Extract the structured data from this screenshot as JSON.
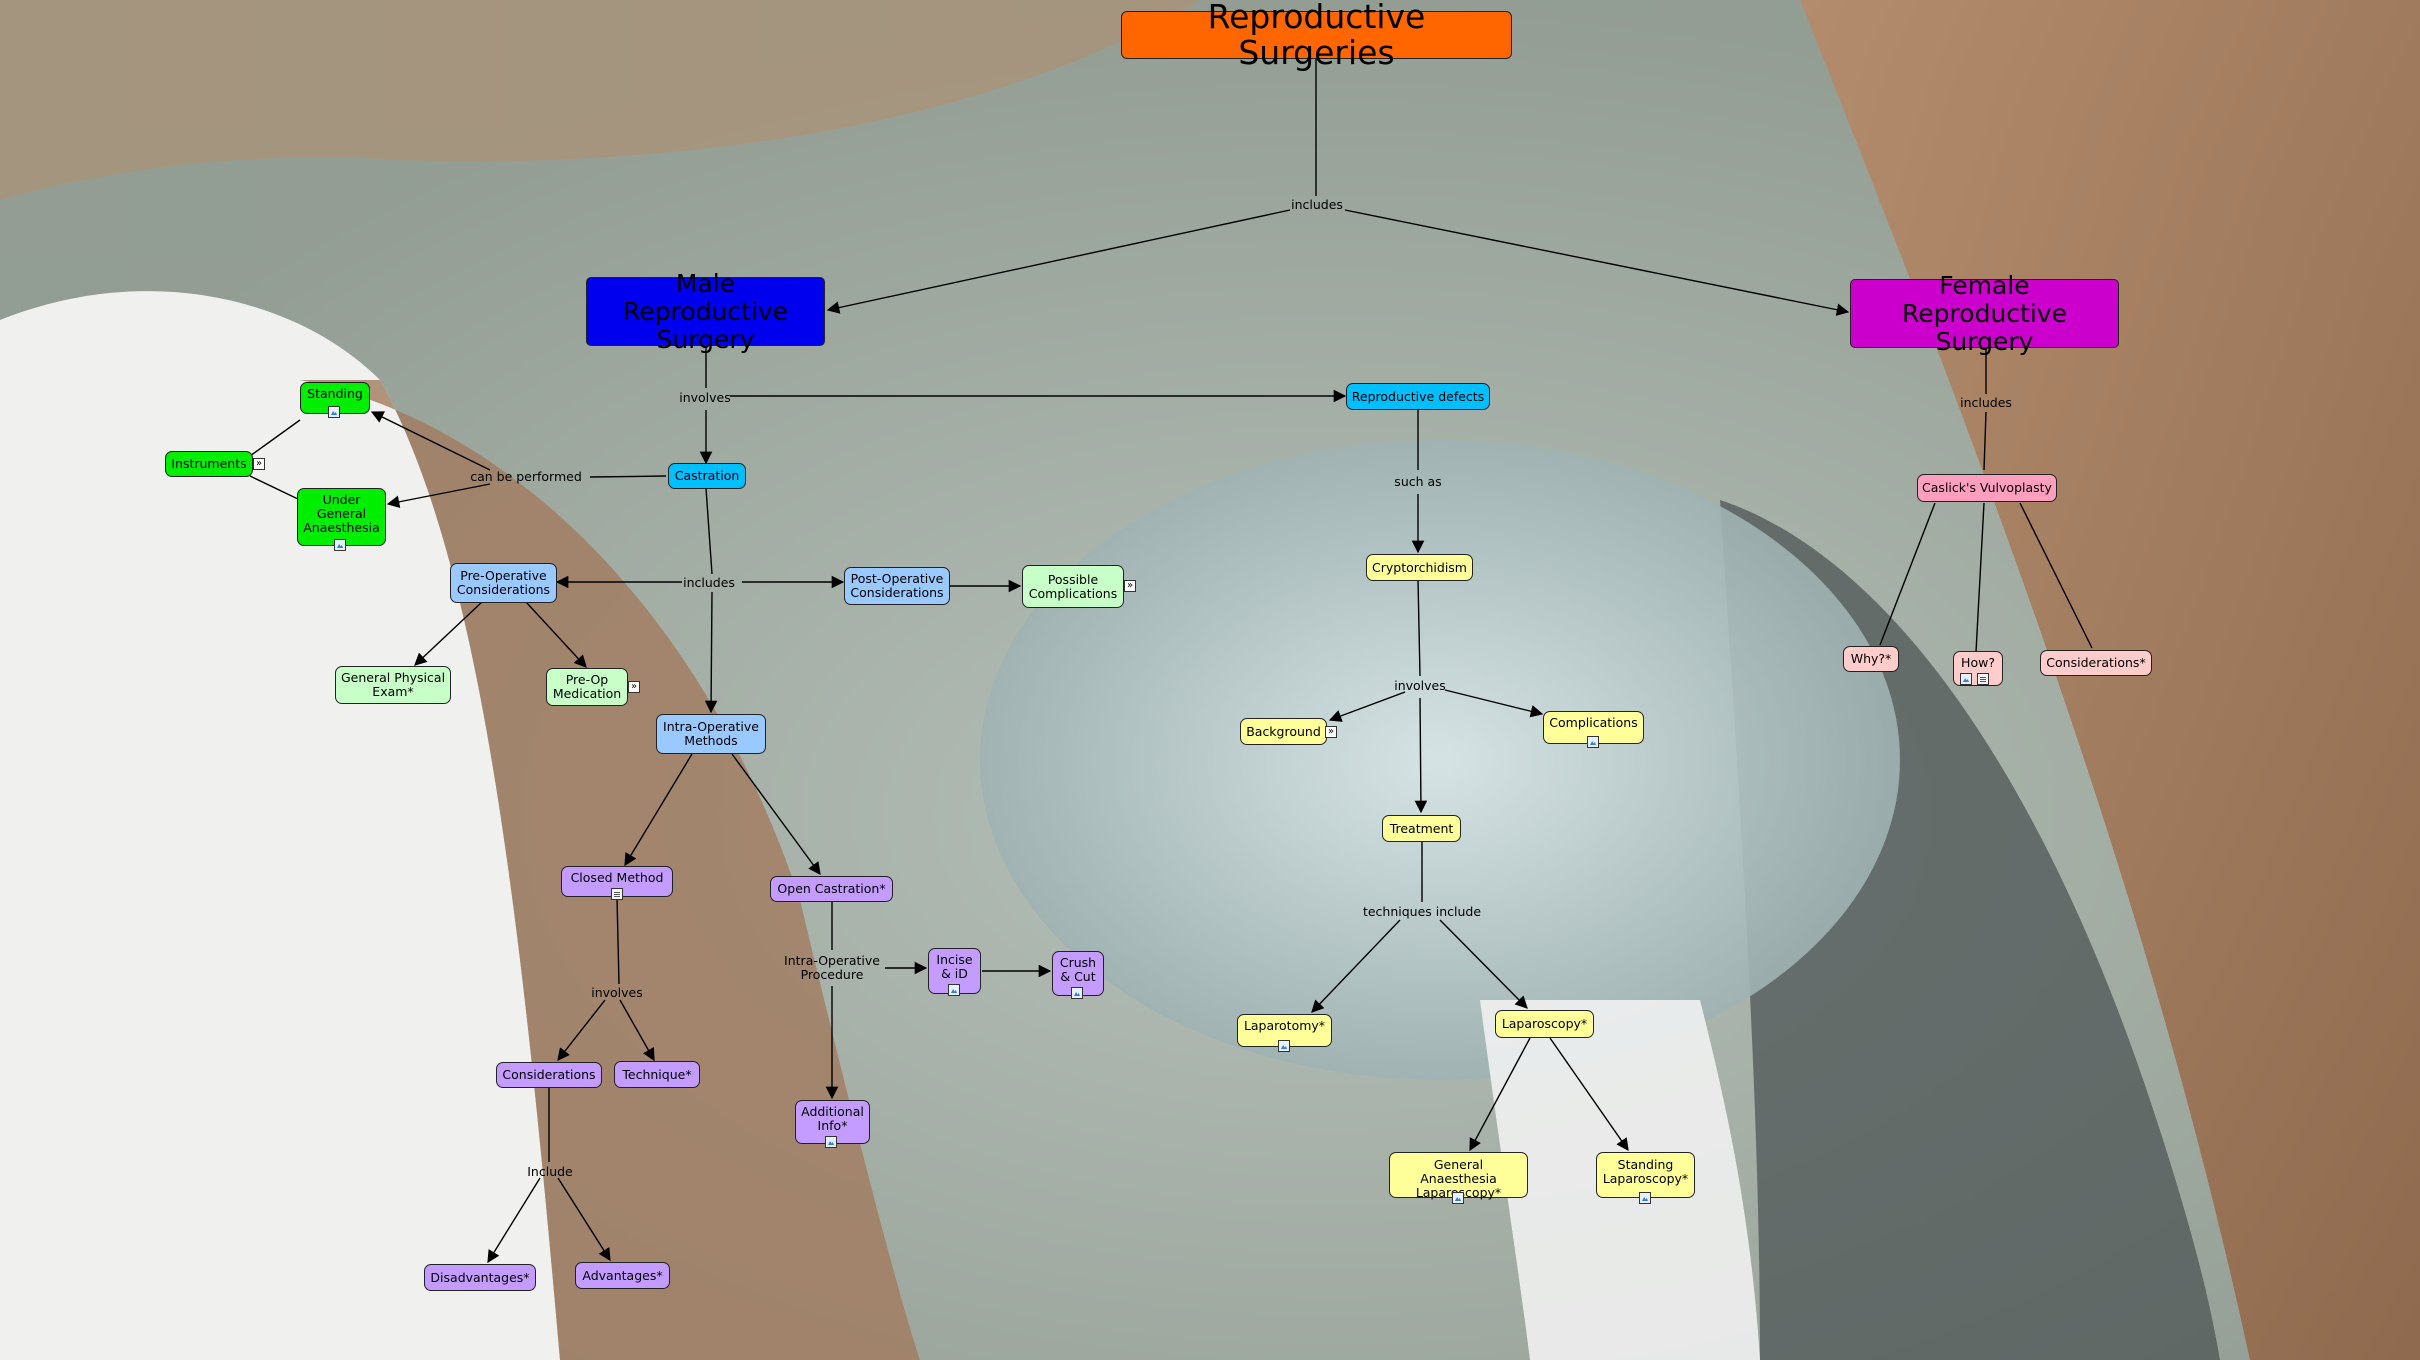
{
  "colors": {
    "title": "#ff6600",
    "male": "#0000ee",
    "female": "#cc00cc",
    "green": "#00ee00",
    "cyan": "#00bfff",
    "lightblue": "#99c9ff",
    "mint": "#c8ffc8",
    "purple": "#c49cff",
    "yellow": "#ffff99",
    "pink": "#ff9fc0",
    "lightpink": "#ffcccc"
  },
  "nodes": {
    "title": "Reproductive Surgeries",
    "male": "Male Reproductive\nSurgery",
    "female": "Female Reproductive\nSurgery",
    "standing": "Standing",
    "instruments": "Instruments",
    "under_ga": "Under\nGeneral\nAnaesthesia",
    "castration": "Castration",
    "preop": "Pre-Operative\nConsiderations",
    "postop": "Post-Operative\nConsiderations",
    "possible_comp": "Possible\nComplications",
    "gpe": "General Physical\nExam*",
    "preop_med": "Pre-Op\nMedication",
    "intraop": "Intra-Operative\nMethods",
    "closed": "Closed  Method",
    "open": "Open Castration*",
    "incise": "Incise\n& iD",
    "crush": "Crush\n& Cut",
    "considerations_m": "Considerations",
    "technique": "Technique*",
    "additional": "Additional\nInfo*",
    "disadvantages": "Disadvantages*",
    "advantages": "Advantages*",
    "repro_defects": "Reproductive defects",
    "crypt": "Cryptorchidism",
    "background": "Background",
    "complications": "Complications",
    "treatment": "Treatment",
    "laparotomy": "Laparotomy*",
    "laparoscopy": "Laparoscopy*",
    "ga_lap": "General Anaesthesia\nLaparoscopy*",
    "standing_lap": "Standing\nLaparoscopy*",
    "caslick": "Caslick's Vulvoplasty",
    "why": "Why?*",
    "how": "How?",
    "considerations_f": "Considerations*"
  },
  "labels": {
    "includes_top": "includes",
    "involves_m": "involves",
    "can_be_performed": "can be performed",
    "includes_castration": "includes",
    "involves_closed": "involves",
    "include_cons": "Include",
    "intraop_procedure": "Intra-Operative\nProcedure",
    "such_as": "such as",
    "involves_crypt": "involves",
    "techniques_include": "techniques include",
    "includes_female": "includes"
  },
  "icons": {
    "image": "image-resource-icon",
    "document": "document-resource-icon",
    "concept_map": "concept-map-link-icon",
    "concept_map_glyph": "»"
  }
}
